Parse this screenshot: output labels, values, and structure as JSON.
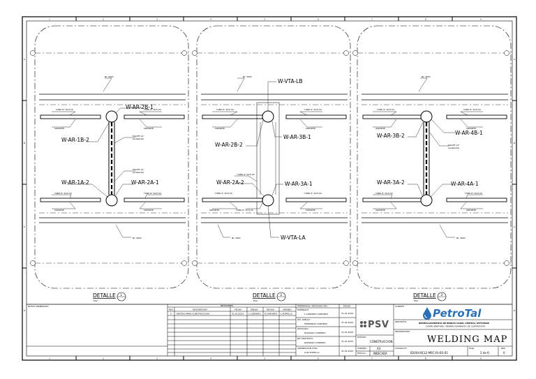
{
  "border": {
    "columns": [
      "1",
      "2",
      "3",
      "4",
      "5",
      "6",
      "7",
      "8",
      "9"
    ],
    "rows": [
      "A",
      "B",
      "C",
      "D"
    ]
  },
  "panels": [
    {
      "id": "1",
      "pipe_label": "NL 3000",
      "top_left_spec": "TUBO 6\" SCH 40",
      "top_right_spec": "TUBO 6\" SCH 40",
      "bottom_left_spec": "TUBO 6\" SCH 40",
      "bottom_right_spec": "TUBO 6\" SCH 40",
      "support_label": "SOPORTE",
      "upper_tag_a": "W-AR-2B-1",
      "upper_tag_b": "W-AR-1B-2",
      "lower_tag_a": "W-AR-1A-2",
      "lower_tag_b": "W-AR-2A-1",
      "pilote_upper": "PILOTE 12\"",
      "pilote_lower": "PILOTE 12\"",
      "pilote_sub": "(existente)",
      "detail": "DETALLE",
      "detail_num": "1",
      "detail_sub": "ESC:",
      "bottom_pipe_label": "NL 3000"
    },
    {
      "id": "2",
      "pipe_label": "NL 3000",
      "top_left_spec": "TUBO 6\" SCH 40",
      "top_right_spec": "TUBO 6\" SCH 40",
      "bottom_left_spec": "TUBO 6\" SCH 40",
      "bottom_right_spec": "TUBO 6\" SCH 40",
      "support_label": "SOPORTE",
      "upper_tag_a": "W-VTA-LB",
      "upper_tag_b": "W-AR-2B-2",
      "upper_tag_c": "W-AR-3B-1",
      "lower_tag_a": "W-AR-2A-2",
      "lower_tag_b": "W-AR-3A-1",
      "lower_tag_c": "W-VTA-LA",
      "detail": "DETALLE",
      "detail_num": "2",
      "detail_sub": "ESC:",
      "bottom_pipe_label": "NL 3000"
    },
    {
      "id": "3",
      "pipe_label": "NL 3000",
      "top_left_spec": "TUBO 6\" SCH 40",
      "top_right_spec": "TUBO 6\" SCH 40",
      "bottom_left_spec": "TUBO 6\" SCH 40",
      "bottom_right_spec": "TUBO 6\" SCH 40",
      "support_label": "SOPORTE",
      "upper_tag_a": "W-AR-3B-2",
      "upper_tag_b": "W-AR-4B-1",
      "lower_tag_a": "W-AR-3A-2",
      "lower_tag_b": "W-AR-4A-1",
      "pilote_upper": "PILOTE 12\"",
      "pilote_sub": "(existente)",
      "detail": "DETALLE",
      "detail_num": "3",
      "detail_sub": "ESC:",
      "bottom_pipe_label": "NL 3000"
    }
  ],
  "title_block": {
    "notes_header": "NOTAS GENERALES:",
    "revisions_header": "REVISIONES",
    "rev_col_rev": "REV.",
    "rev_col_desc": "DESCRIPCION",
    "rev_col_date": "FECHA",
    "rev_col_draw": "DIBUJO",
    "rev_col_rev2": "REVISO",
    "rev_col_appr": "APROBO",
    "rev_row": [
      "0",
      "EMITIDO PARA CONSTRUCCION",
      "31.01.2023",
      "L.CORDERO",
      "R.CORDERO",
      "L.PORTILLA"
    ],
    "prep_header": "PREPARADO / REVISADO PSV",
    "date_header": "FECHA",
    "prep_rows": [
      {
        "label": "DISEÑADO:",
        "value": "L.CORDERO CORDERO",
        "date": "31.01.2023"
      },
      {
        "label": "DIS. DIBUJO:",
        "value": "FERNANDO CORDERO",
        "date": "31.01.2023"
      },
      {
        "label": "REVISADO:",
        "value": "RODRIGO CORDERO",
        "date": "31.01.2023"
      },
      {
        "label": "JEF. PROYECTO:",
        "value": "RODRIGO CORDERO",
        "date": "31.01.2023"
      },
      {
        "label": "APROBACION CTRL:",
        "value": "LUIS PORTILLA",
        "date": "31.01.2023"
      }
    ],
    "psv_logo": "PSV",
    "estado_label": "ESTADO:",
    "estado_value": "CONSTRUCCION",
    "tamano_label": "TAMAÑO:",
    "tamano_value": "A3",
    "escala_label": "ESCALA:",
    "escala_value": "INDICADA",
    "cliente_label": "CLIENTE:",
    "client_logo": "PetroTal",
    "proyecto_label": "PROYECTO:",
    "proyecto_value": "REEMPLAZAMIENTO DE BRIDAS CANAL CENTRAL OFFSHORE",
    "proyecto_sub": "CAMPO BRETAÑA / REEMPLAZAMIENTO DE CONTRATISTA",
    "descripcion_label": "DESCRIPCION:",
    "drawing_title": "WELDING MAP",
    "codigo_label": "CODIGO N°:",
    "codigo_value": "B2004-BCL2-MEC-PL-B3-01",
    "hoja_label": "HOJA",
    "hoja_value": "2 de 6",
    "rev_label": "REV",
    "rev_value": "0"
  },
  "colors": {
    "line": "#000000",
    "logo_blue": "#2b6fb6",
    "logo_gray": "#555555"
  }
}
